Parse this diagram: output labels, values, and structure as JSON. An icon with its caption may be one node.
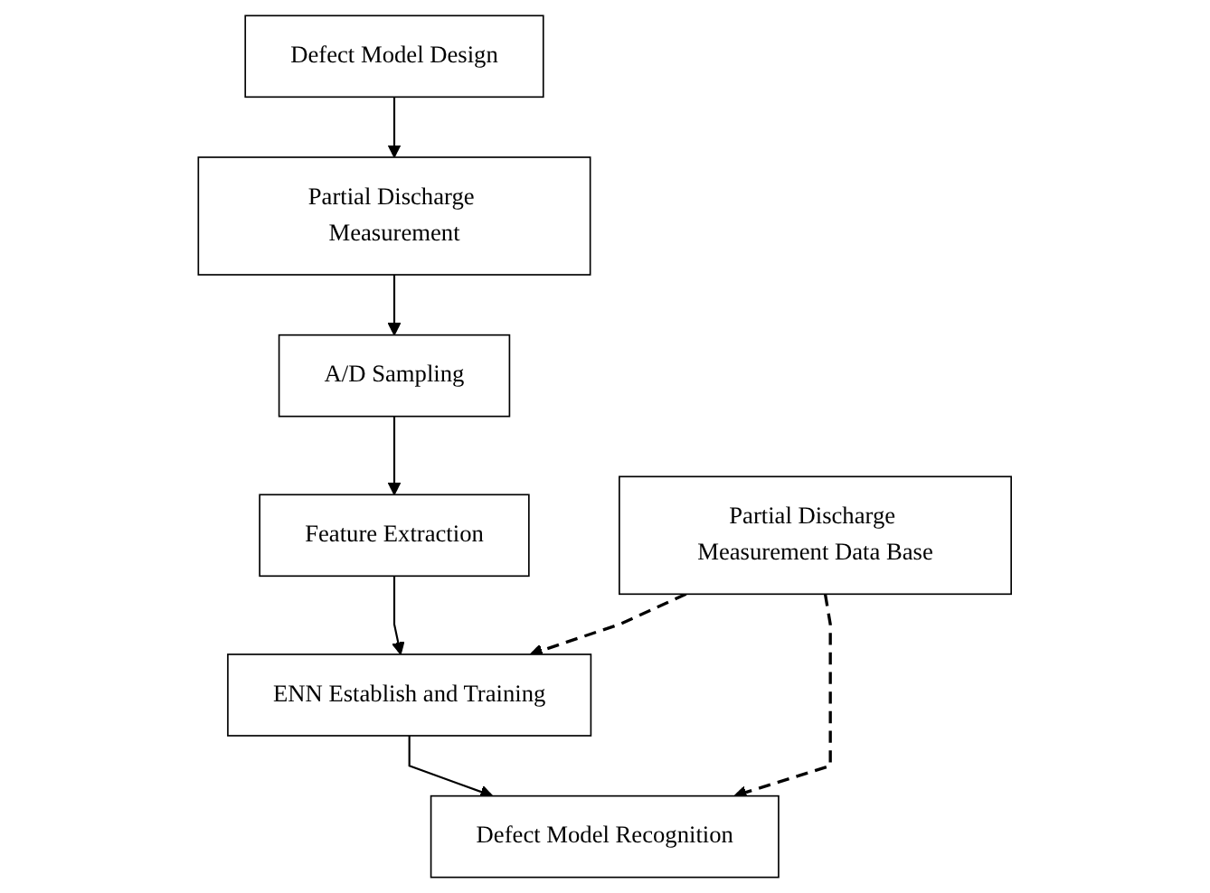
{
  "diagram": {
    "nodes": [
      {
        "text": [
          "Defect Model Design"
        ]
      },
      {
        "text": [
          "Partial Discharge Measurement"
        ]
      },
      {
        "text": [
          "A/D Sampling"
        ]
      },
      {
        "text": [
          "Feature Extraction"
        ]
      },
      {
        "text": [
          "Partial Discharge Measurement Data Base"
        ]
      },
      {
        "text": [
          "ENN Establish and Training"
        ]
      },
      {
        "text": [
          "Defect Model Recognition"
        ]
      }
    ],
    "edges": [
      {
        "from": 0,
        "to": 1,
        "arrow": "to"
      },
      {
        "from": 1,
        "to": 2,
        "arrow": "to"
      },
      {
        "from": 2,
        "to": 3,
        "arrow": "to"
      },
      {
        "from": 3,
        "to": 5,
        "arrow": "to"
      },
      {
        "from": 5,
        "to": 6,
        "arrow": "to"
      },
      {
        "from": 4,
        "to": 5,
        "arrow": "to",
        "style": "dashed"
      },
      {
        "from": 4,
        "to": 6,
        "arrow": "to",
        "style": "dashed"
      }
    ]
  }
}
